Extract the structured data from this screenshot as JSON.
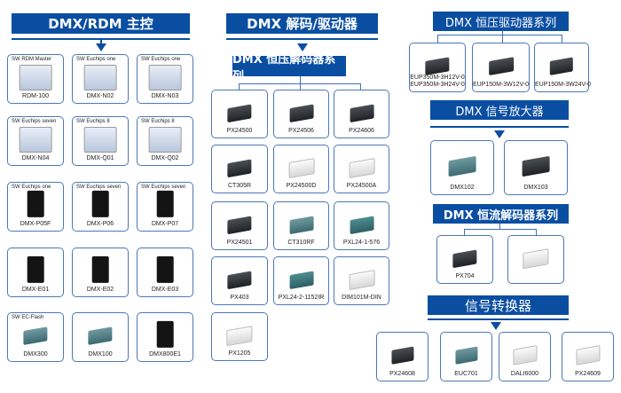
{
  "sections": {
    "master": {
      "title": "DMX/RDM 主控"
    },
    "decoders": {
      "title": "DMX 解码/驱动器",
      "subtitle": "DMX 恒压解码器系列"
    },
    "cv_drivers": {
      "title": "DMX  恒压驱动器系列"
    },
    "amplifier": {
      "title": "DMX 信号放大器"
    },
    "cc_decoders": {
      "title": "DMX 恒流解码器系列"
    },
    "converters": {
      "title": "信号转换器"
    }
  },
  "products": [
    {
      "sw": "SW RDM Master",
      "label": "RDM-100",
      "kind": "sw-screen"
    },
    {
      "sw": "SW Euchips one",
      "label": "DMX-N02",
      "kind": "sw-screen"
    },
    {
      "sw": "SW Euchips one",
      "label": "DMX-N03",
      "kind": "sw-screen"
    },
    {
      "sw": "SW Euchips seven",
      "label": "DMX-N04",
      "kind": "sw-screen"
    },
    {
      "sw": "SW Euchips 8",
      "label": "DMX-Q01",
      "kind": "sw-screen"
    },
    {
      "sw": "SW Euchips 8",
      "label": "DMX-Q02",
      "kind": "sw-screen"
    },
    {
      "sw": "SW Euchips one",
      "label": "DMX-P05F",
      "kind": "panel"
    },
    {
      "sw": "SW Euchips seven",
      "label": "DMX-P06",
      "kind": "panel"
    },
    {
      "sw": "SW Euchips seven",
      "label": "DMX-P07",
      "kind": "panel"
    },
    {
      "sw": "",
      "label": "DMX-E01",
      "kind": "panel"
    },
    {
      "sw": "",
      "label": "DMX-E02",
      "kind": "panel"
    },
    {
      "sw": "",
      "label": "DMX-E03",
      "kind": "panel"
    },
    {
      "sw": "SW EC-Flash",
      "label": "DMX300",
      "kind": "teal"
    },
    {
      "sw": "",
      "label": "DMX100",
      "kind": "teal"
    },
    {
      "sw": "",
      "label": "DMX800E1",
      "kind": "panel"
    },
    {
      "sw": "",
      "label": "PX24500",
      "kind": "dark"
    },
    {
      "sw": "",
      "label": "PX24506",
      "kind": "dark"
    },
    {
      "sw": "",
      "label": "PX24606",
      "kind": "dark"
    },
    {
      "sw": "",
      "label": "CT305R",
      "kind": "dark"
    },
    {
      "sw": "",
      "label": "PX24500D",
      "kind": "white"
    },
    {
      "sw": "",
      "label": "PX24500A",
      "kind": "white"
    },
    {
      "sw": "",
      "label": "PX24501",
      "kind": "dark"
    },
    {
      "sw": "",
      "label": "CT310RF",
      "kind": "teal"
    },
    {
      "sw": "",
      "label": "PXL24-1-576",
      "kind": "green"
    },
    {
      "sw": "",
      "label": "PX403",
      "kind": "dark"
    },
    {
      "sw": "",
      "label": "PXL24-2-1152IR",
      "kind": "green"
    },
    {
      "sw": "",
      "label": "DIM101M-DIN",
      "kind": "white"
    },
    {
      "sw": "",
      "label": "PX1205",
      "kind": "white"
    },
    {
      "sw": "",
      "label": "EUP350M-3H12V-0\nEUP350M-3H24V-0",
      "kind": "dark"
    },
    {
      "sw": "",
      "label": "EUP150M-3W12V-0",
      "kind": "dark"
    },
    {
      "sw": "",
      "label": "EUP150M-3W24V-0",
      "kind": "dark"
    },
    {
      "sw": "",
      "label": "DMX102",
      "kind": "teal"
    },
    {
      "sw": "",
      "label": "DMX103",
      "kind": "dark"
    },
    {
      "sw": "",
      "label": "PX704",
      "kind": "dark"
    },
    {
      "sw": "",
      "label": "",
      "kind": "white"
    },
    {
      "sw": "",
      "label": "PX24608",
      "kind": "dark"
    },
    {
      "sw": "",
      "label": "EUC701",
      "kind": "teal"
    },
    {
      "sw": "",
      "label": "DALI6000",
      "kind": "white"
    },
    {
      "sw": "",
      "label": "PX24609",
      "kind": "white"
    }
  ]
}
